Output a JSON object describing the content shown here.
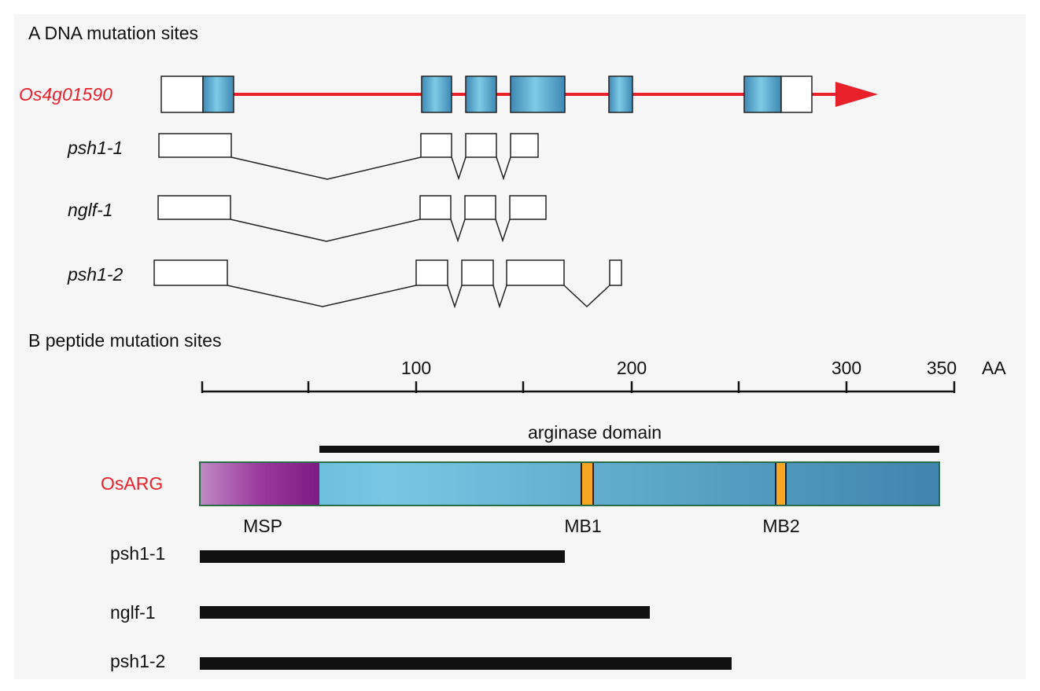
{
  "panel_a": {
    "label": "A  DNA mutation sites",
    "gene": "Os4g01590",
    "mutants": [
      "psh1-1",
      "nglf-1",
      "psh1-2"
    ]
  },
  "panel_b": {
    "label": "B  peptide mutation sites",
    "axis": {
      "ticks": [
        {
          "value": "",
          "label": ""
        },
        {
          "value": "",
          "label": ""
        },
        {
          "value": 100,
          "label": "100"
        },
        {
          "value": "",
          "label": ""
        },
        {
          "value": 200,
          "label": "200"
        },
        {
          "value": "",
          "label": ""
        },
        {
          "value": 300,
          "label": "300"
        },
        {
          "value": 350,
          "label": "350"
        }
      ],
      "unit": "AA"
    },
    "domain_label": "arginase domain",
    "protein": "OsARG",
    "features": [
      "MSP",
      "MB1",
      "MB2"
    ],
    "truncations": [
      {
        "name": "psh1-1"
      },
      {
        "name": "nglf-1"
      },
      {
        "name": "psh1-2"
      }
    ]
  },
  "colors": {
    "gene_name": "#e8202a",
    "exon_blue": "#5fb3d8",
    "msp_purple": "#8e2a93",
    "motif_orange": "#f5a623",
    "bar": "#111111",
    "panel_bg": "#f6f6f6"
  }
}
